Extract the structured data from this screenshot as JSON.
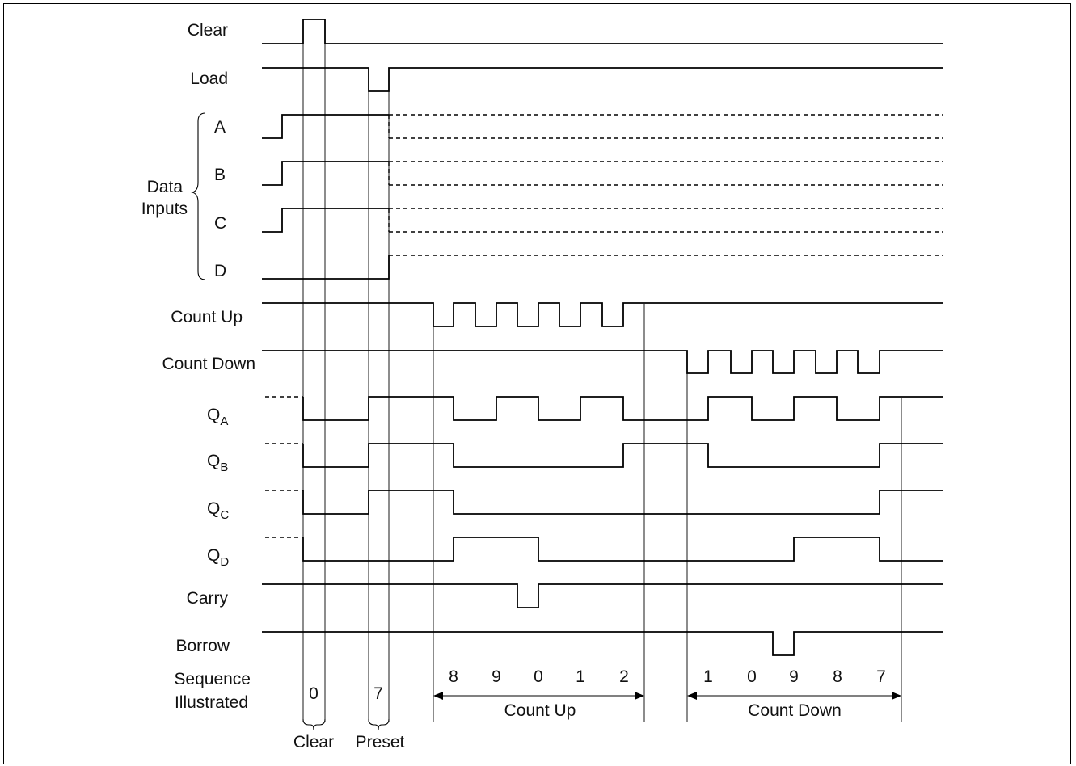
{
  "signals": {
    "clear": "Clear",
    "load": "Load",
    "a": "A",
    "b": "B",
    "c": "C",
    "d": "D",
    "data_line1": "Data",
    "data_line2": "Inputs",
    "count_up": "Count Up",
    "count_down": "Count Down",
    "q": "Q",
    "qa_sub": "A",
    "qb_sub": "B",
    "qc_sub": "C",
    "qd_sub": "D",
    "carry": "Carry",
    "borrow": "Borrow",
    "seq_line1": "Sequence",
    "seq_line2": "Illustrated"
  },
  "sequence": {
    "clear_value": "0",
    "preset_value": "7",
    "up_values": [
      "8",
      "9",
      "0",
      "1",
      "2"
    ],
    "down_values": [
      "1",
      "0",
      "9",
      "8",
      "7"
    ],
    "clear_label": "Clear",
    "preset_label": "Preset",
    "count_up_label": "Count Up",
    "count_down_label": "Count Down"
  }
}
